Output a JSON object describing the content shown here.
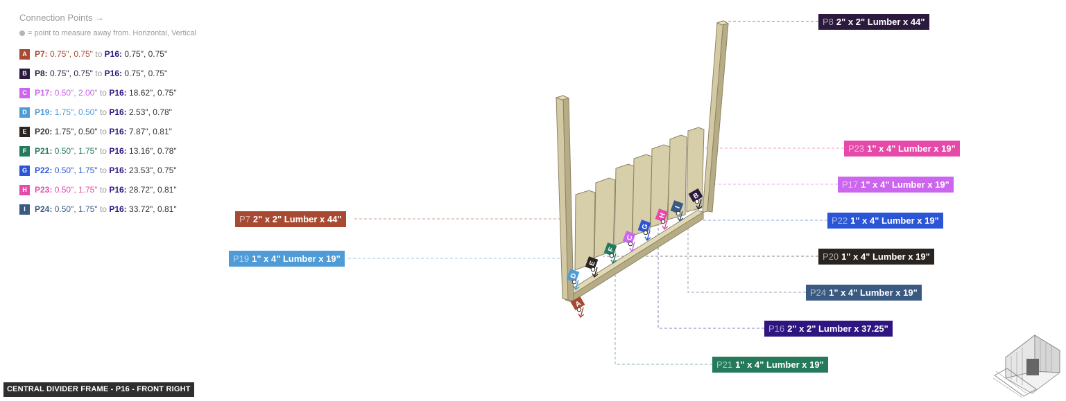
{
  "legend": {
    "title": "Connection Points →",
    "note": "= point to measure away from. Horizontal, Vertical",
    "rows": [
      {
        "key": "A",
        "color": "#a84a31",
        "from": "P7:",
        "from_val": "0.75\", 0.75\"",
        "to": "to",
        "target": "P16:",
        "target_val": "0.75\", 0.75\""
      },
      {
        "key": "B",
        "color": "#2b1a3d",
        "from": "P8:",
        "from_val": "0.75\", 0.75\"",
        "to": "to",
        "target": "P16:",
        "target_val": "0.75\", 0.75\""
      },
      {
        "key": "C",
        "color": "#cc66ee",
        "from": "P17:",
        "from_val": "0.50\", 2.00\"",
        "to": "to",
        "target": "P16:",
        "target_val": "18.62\", 0.75\""
      },
      {
        "key": "D",
        "color": "#4f9bd6",
        "from": "P19:",
        "from_val": "1.75\", 0.50\"",
        "to": "to",
        "target": "P16:",
        "target_val": "2.53\", 0.78\""
      },
      {
        "key": "E",
        "color": "#2a2420",
        "from": "P20:",
        "from_val": "1.75\", 0.50\"",
        "to": "to",
        "target": "P16:",
        "target_val": "7.87\", 0.81\""
      },
      {
        "key": "F",
        "color": "#247a5a",
        "from": "P21:",
        "from_val": "0.50\", 1.75\"",
        "to": "to",
        "target": "P16:",
        "target_val": "13.16\", 0.78\""
      },
      {
        "key": "G",
        "color": "#2a55d6",
        "from": "P22:",
        "from_val": "0.50\", 1.75\"",
        "to": "to",
        "target": "P16:",
        "target_val": "23.53\", 0.75\""
      },
      {
        "key": "H",
        "color": "#e64aa8",
        "from": "P23:",
        "from_val": "0.50\", 1.75\"",
        "to": "to",
        "target": "P16:",
        "target_val": "28.72\", 0.81\""
      },
      {
        "key": "I",
        "color": "#3b5a82",
        "from": "P24:",
        "from_val": "0.50\", 1.75\"",
        "to": "to",
        "target": "P16:",
        "target_val": "33.72\", 0.81\""
      }
    ]
  },
  "parts": [
    {
      "id": "P8",
      "text": "2\" x 2\" Lumber x 44\"",
      "color": "#2b1a3d"
    },
    {
      "id": "P23",
      "text": "1\" x 4\" Lumber  x 19\"",
      "color": "#e64aa8"
    },
    {
      "id": "P17",
      "text": "1\" x 4\" Lumber  x 19\"",
      "color": "#cc66ee"
    },
    {
      "id": "P7",
      "text": "2\" x 2\" Lumber x 44\"",
      "color": "#a84a31"
    },
    {
      "id": "P22",
      "text": "1\" x 4\" Lumber  x 19\"",
      "color": "#2a55d6"
    },
    {
      "id": "P19",
      "text": "1\" x 4\" Lumber  x 19\"",
      "color": "#4f9bd6"
    },
    {
      "id": "P20",
      "text": "1\" x 4\" Lumber  x 19\"",
      "color": "#2a2420"
    },
    {
      "id": "P24",
      "text": "1\" x 4\" Lumber  x 19\"",
      "color": "#3b5a82"
    },
    {
      "id": "P16",
      "text": "2\" x 2\" Lumber x 37.25\"",
      "color": "#2e1580"
    },
    {
      "id": "P21",
      "text": "1\" x 4\" Lumber  x 19\"",
      "color": "#247a5a"
    }
  ],
  "view_title": "CENTRAL DIVIDER FRAME - P16 - FRONT RIGHT"
}
